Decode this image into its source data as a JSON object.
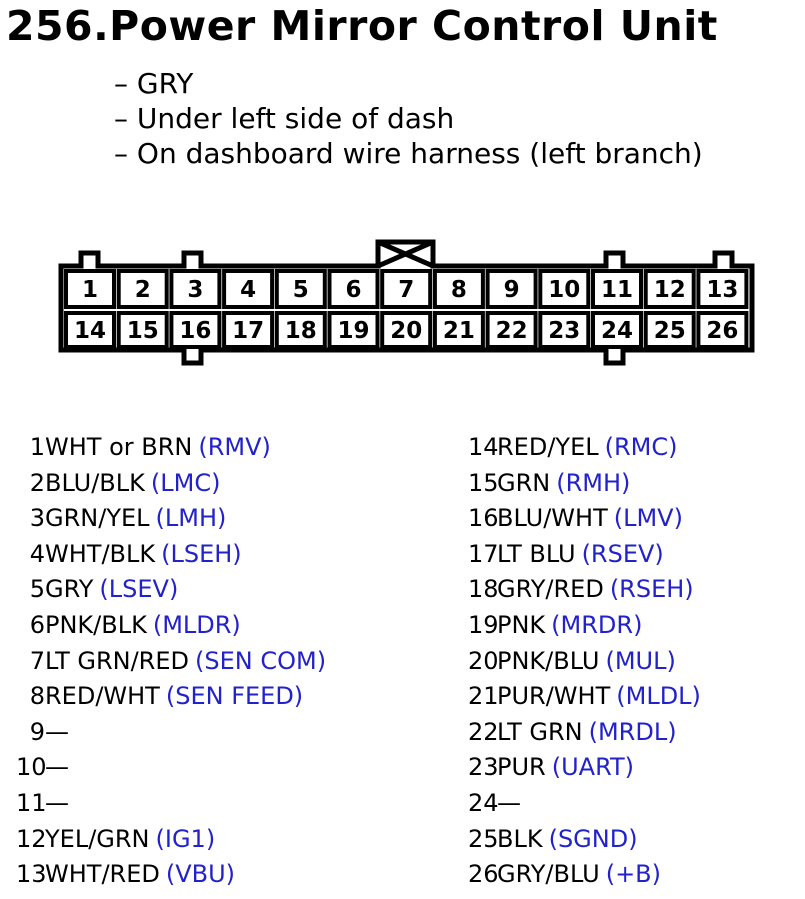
{
  "title": "256.Power Mirror Control Unit",
  "notes": [
    "– GRY",
    "– Under left side of dash",
    "– On dashboard wire harness (left branch)"
  ],
  "connector": {
    "top_row": [
      "1",
      "2",
      "3",
      "4",
      "5",
      "6",
      "7",
      "8",
      "9",
      "10",
      "11",
      "12",
      "13"
    ],
    "bottom_row": [
      "14",
      "15",
      "16",
      "17",
      "18",
      "19",
      "20",
      "21",
      "22",
      "23",
      "24",
      "25",
      "26"
    ]
  },
  "pins_left": [
    {
      "num": "1",
      "wire": "WHT or BRN",
      "signal": "(RMV)"
    },
    {
      "num": "2",
      "wire": "BLU/BLK",
      "signal": "(LMC)"
    },
    {
      "num": "3",
      "wire": "GRN/YEL",
      "signal": "(LMH)"
    },
    {
      "num": "4",
      "wire": "WHT/BLK",
      "signal": "(LSEH)"
    },
    {
      "num": "5",
      "wire": "GRY",
      "signal": "(LSEV)"
    },
    {
      "num": "6",
      "wire": "PNK/BLK",
      "signal": "(MLDR)"
    },
    {
      "num": "7",
      "wire": "LT GRN/RED",
      "signal": "(SEN COM)"
    },
    {
      "num": "8",
      "wire": "RED/WHT",
      "signal": "(SEN FEED)"
    },
    {
      "num": "9",
      "wire": "—",
      "signal": ""
    },
    {
      "num": "10",
      "wire": "—",
      "signal": ""
    },
    {
      "num": "11",
      "wire": "—",
      "signal": ""
    },
    {
      "num": "12",
      "wire": "YEL/GRN",
      "signal": "(IG1)"
    },
    {
      "num": "13",
      "wire": "WHT/RED",
      "signal": "(VBU)"
    }
  ],
  "pins_right": [
    {
      "num": "14",
      "wire": "RED/YEL",
      "signal": "(RMC)"
    },
    {
      "num": "15",
      "wire": "GRN",
      "signal": "(RMH)"
    },
    {
      "num": "16",
      "wire": "BLU/WHT",
      "signal": "(LMV)"
    },
    {
      "num": "17",
      "wire": "LT BLU",
      "signal": "(RSEV)"
    },
    {
      "num": "18",
      "wire": "GRY/RED",
      "signal": "(RSEH)"
    },
    {
      "num": "19",
      "wire": "PNK",
      "signal": "(MRDR)"
    },
    {
      "num": "20",
      "wire": "PNK/BLU",
      "signal": "(MUL)"
    },
    {
      "num": "21",
      "wire": "PUR/WHT",
      "signal": "(MLDL)"
    },
    {
      "num": "22",
      "wire": "LT GRN",
      "signal": "(MRDL)"
    },
    {
      "num": "23",
      "wire": "PUR",
      "signal": "(UART)"
    },
    {
      "num": "24",
      "wire": "—",
      "signal": ""
    },
    {
      "num": "25",
      "wire": "BLK",
      "signal": "(SGND)"
    },
    {
      "num": "26",
      "wire": "GRY/BLU",
      "signal": "(+B)"
    }
  ],
  "colors": {
    "signal": "#2222cc",
    "text": "#000000"
  }
}
